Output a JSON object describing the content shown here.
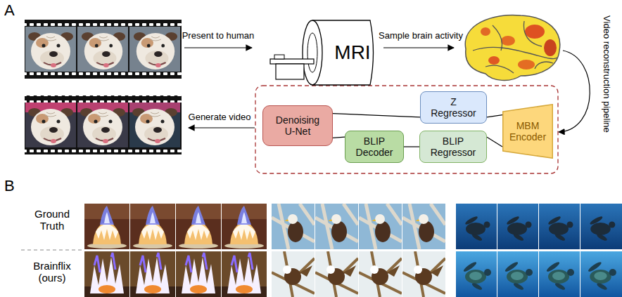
{
  "diagram": {
    "nodes": [
      {
        "text": [
          "MRI"
        ]
      },
      {
        "text": [
          "Denoising U-Net"
        ]
      },
      {
        "text": [
          "Z Regressor"
        ]
      },
      {
        "text": [
          "BLIP Decoder"
        ]
      },
      {
        "text": [
          "BLIP Regressor"
        ]
      },
      {
        "text": [
          "MBM Encoder"
        ]
      }
    ],
    "edges": [
      {
        "from": 5,
        "to": 2,
        "arrow": "none"
      },
      {
        "from": 5,
        "to": 4,
        "arrow": "none"
      },
      {
        "from": 4,
        "to": 3,
        "arrow": "none"
      },
      {
        "from": 3,
        "to": 1,
        "arrow": "none"
      },
      {
        "from": 2,
        "to": 1,
        "arrow": "none"
      }
    ],
    "labels": [
      "A",
      "Present to human",
      "Sample brain activity",
      "Video reconstruction pipeline",
      "Generate video",
      "B",
      "Ground Truth",
      "Brainflix (ours)"
    ]
  }
}
